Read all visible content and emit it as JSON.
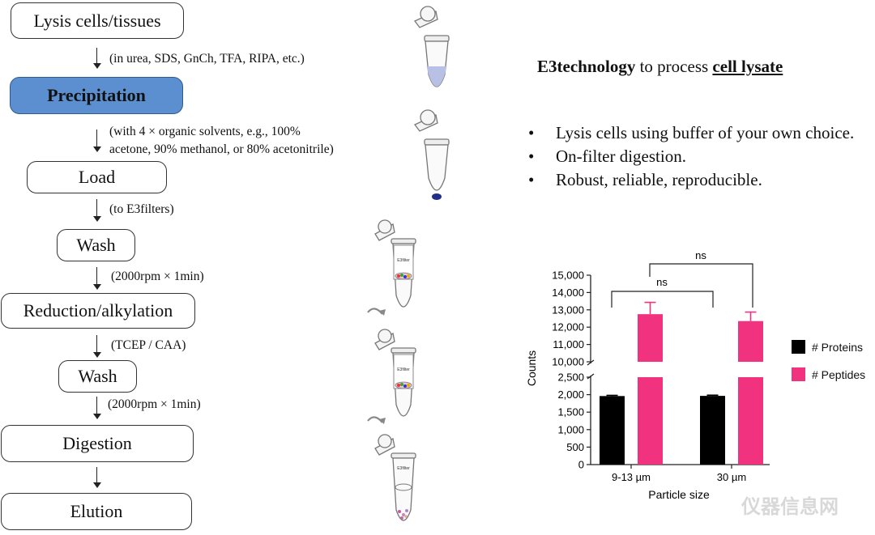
{
  "workflow": {
    "steps": [
      {
        "label": "Lysis cells/tissues"
      },
      {
        "label": "Precipitation"
      },
      {
        "label": "Load"
      },
      {
        "label": "Wash"
      },
      {
        "label": "Reduction/alkylation"
      },
      {
        "label": "Wash"
      },
      {
        "label": "Digestion"
      },
      {
        "label": "Elution"
      }
    ],
    "notes": [
      "(in urea, SDS, GnCh, TFA, RIPA, etc.)",
      "(with 4 × organic solvents, e.g., 100%",
      "acetone, 90% methanol, or 80% acetonitrile)",
      "(to E3filters)",
      "(2000rpm × 1min)",
      "(TCEP / CAA)",
      "(2000rpm × 1min)"
    ],
    "highlight_color": "#5b8fd0"
  },
  "panel": {
    "title_bold": "E3technology",
    "title_mid": " to process ",
    "title_underline": "cell lysate",
    "bullets": [
      "Lysis cells using buffer of your own choice.",
      "On-filter digestion.",
      "Robust, reliable, reproducible."
    ]
  },
  "tube_label": "E3filter",
  "chart_data": {
    "type": "bar",
    "categories": [
      "9-13 µm",
      "30 µm"
    ],
    "series": [
      {
        "name": "# Proteins",
        "values": [
          1960,
          1965
        ],
        "errors": [
          20,
          20
        ],
        "color": "#000000"
      },
      {
        "name": "# Peptides",
        "values": [
          12750,
          12350
        ],
        "errors": [
          680,
          520
        ],
        "color": "#f0327f"
      }
    ],
    "xlabel": "Particle size",
    "ylabel": "Counts",
    "broken_axis": true,
    "lower_ylim": [
      0,
      2500
    ],
    "upper_ylim": [
      10000,
      15000
    ],
    "lower_ticks": [
      "0",
      "500",
      "1,000",
      "1,500",
      "2,000",
      "2,500"
    ],
    "upper_ticks": [
      "10,000",
      "11,000",
      "12,000",
      "13,000",
      "14,000",
      "15,000"
    ],
    "annotations": [
      "ns",
      "ns"
    ],
    "legend": "right"
  },
  "watermark": "仪器信息网"
}
